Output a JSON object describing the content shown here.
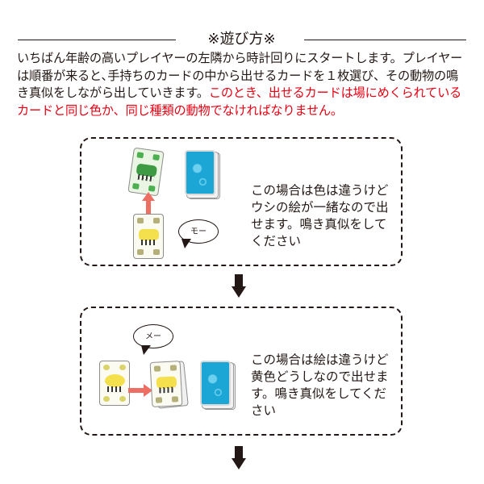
{
  "section": {
    "title": "※遊び方※"
  },
  "intro": {
    "text_black": "いちばん年齢の高いプレイヤーの左隣から時計回りにスタートします。プレイヤーは順番が来ると､手持ちのカードの中から出せるカードを１枚選び、その動物の鳴き真似をしながら出していきます。",
    "text_red": "このとき、出せるカードは場にめくられているカードと同じ色か、同じ種類の動物でなければなりません。",
    "red_color": "#e60012"
  },
  "examples": [
    {
      "caption": "この場合は色は違うけどウシの絵が一緒なので出せます。鳴き真似をしてください",
      "speech": "モー",
      "played_card": {
        "animal": "cow",
        "color": "#f4e04d"
      },
      "field_card": {
        "animal": "cow",
        "color": "#4caf50"
      },
      "deck_color": "#1ba6d6",
      "icons": [
        "cow-card-icon",
        "deck-icon",
        "arrow-up-icon",
        "speech-bubble-icon"
      ]
    },
    {
      "caption": "この場合は絵は違うけど黄色どうしなので出せます。鳴き真似をしてください",
      "speech": "メー",
      "played_card": {
        "animal": "sheep",
        "color": "#f4e04d"
      },
      "field_card": {
        "animal": "cow",
        "color": "#f4e04d"
      },
      "deck_color": "#1ba6d6",
      "icons": [
        "sheep-card-icon",
        "deck-icon",
        "arrow-right-icon",
        "speech-bubble-icon"
      ]
    }
  ],
  "flow_arrows": [
    "arrow-down-icon",
    "arrow-down-icon"
  ]
}
